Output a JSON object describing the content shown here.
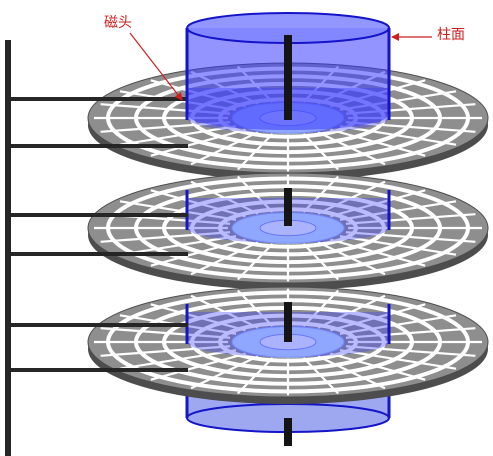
{
  "labels": {
    "head": "磁头",
    "cylinder": "柱面"
  },
  "colors": {
    "platter": "#8e8e8e",
    "platter_outline": "#4d4d4d",
    "cylinder_fill": "#3a3dff",
    "cylinder_edge": "#1414c8",
    "spindle": "#141414",
    "arm": "#262626",
    "label": "#cc1f1f"
  },
  "platters": 3,
  "tracks_per_platter": 5
}
